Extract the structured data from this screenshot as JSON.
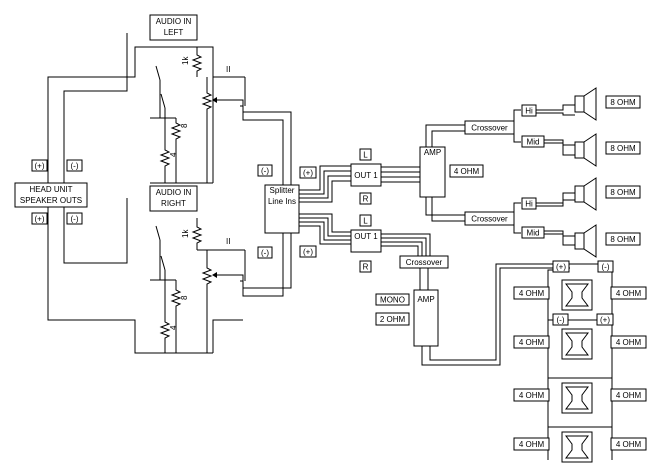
{
  "inputs": {
    "audio_in_left": [
      "AUDIO IN",
      "LEFT"
    ],
    "audio_in_right": [
      "AUDIO IN",
      "RIGHT"
    ],
    "head_unit": [
      "HEAD UNIT",
      "SPEAKER OUTS"
    ]
  },
  "resistors": {
    "r_1k": "1k",
    "r_8": "8",
    "r_4": "4",
    "pot_mark": "II"
  },
  "polarity": {
    "plus": "(+)",
    "minus": "(-)"
  },
  "splitter": [
    "Splitter",
    "Line Ins"
  ],
  "outputs": {
    "out_label": "OUT 1",
    "left": "L",
    "right": "R"
  },
  "amps": {
    "amp_label": "AMP",
    "amp_impedance": "4 OHM",
    "mono_label": "MONO",
    "mono_impedance": "2 OHM"
  },
  "crossovers": {
    "label": "Crossover",
    "hi": "Hi",
    "mid": "Mid"
  },
  "speakers": {
    "impedance": "8 OHM"
  },
  "subwoofers": {
    "impedance": "4 OHM"
  }
}
